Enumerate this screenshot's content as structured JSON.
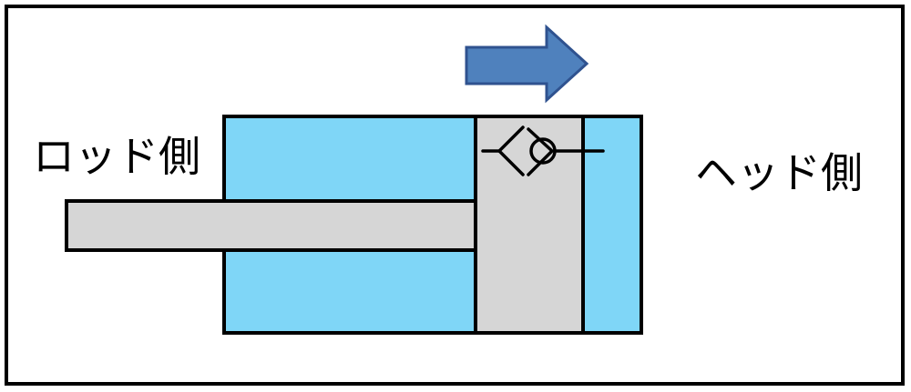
{
  "labels": {
    "rod_side": "ロッド側",
    "head_side": "ヘッド側"
  },
  "colors": {
    "frame": "#000000",
    "chamber_fill": "#7fd6f7",
    "piston_fill": "#d6d6d6",
    "arrow_fill": "#4f81bd",
    "arrow_stroke": "#2f528f",
    "background": "#ffffff"
  },
  "arrow": {
    "direction": "right",
    "icon": "right-arrow-icon"
  },
  "valve": {
    "icon": "check-valve-icon"
  }
}
